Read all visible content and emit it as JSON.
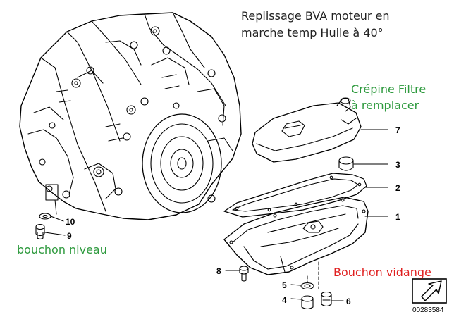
{
  "annotations": {
    "title_line1": "Replissage BVA moteur en",
    "title_line2": "marche temp Huile à 40°",
    "filter_line1": "Crépine Filtre",
    "filter_line2": "à remplacer",
    "level_plug": "bouchon niveau",
    "drain_plug": "Bouchon vidange"
  },
  "colors": {
    "title": "#222222",
    "green_note": "#2e9a3e",
    "red_note": "#e02020",
    "line": "#000000"
  },
  "callouts": {
    "n7": "7",
    "n3": "3",
    "n2": "2",
    "n1": "1",
    "n10": "10",
    "n9": "9",
    "n8": "8",
    "n5": "5",
    "n4": "4",
    "n6": "6"
  },
  "reference_code": "00283584",
  "icons": {
    "view_direction": "arrow-icon"
  }
}
